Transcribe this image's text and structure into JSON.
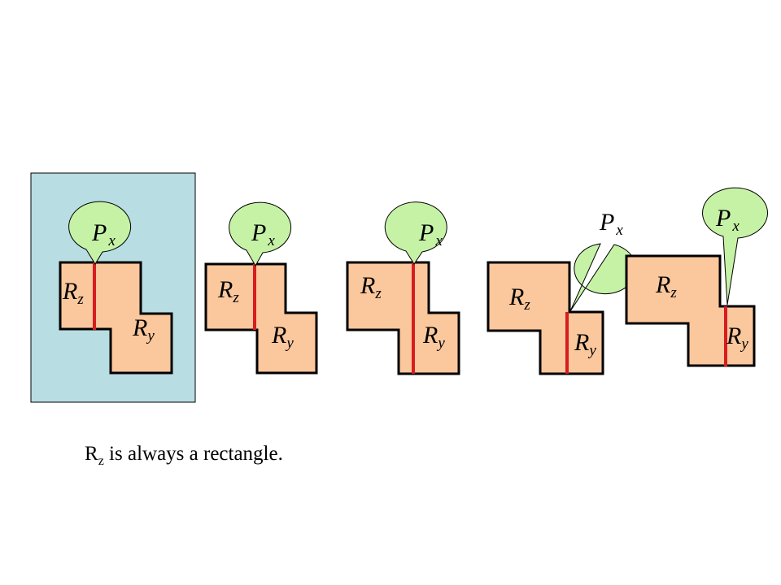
{
  "labels": {
    "p": "P",
    "x": "x",
    "r": "R",
    "z": "z",
    "y": "y"
  },
  "caption": {
    "symbol": "R",
    "subscript": "z",
    "text": " is always a rectangle."
  },
  "colors": {
    "shape_fill": "#fbc79c",
    "highlight_panel": "#b8dde3",
    "cut_line": "#d61d20",
    "bubble_fill": "#c6f2a6",
    "outline": "#000000"
  }
}
